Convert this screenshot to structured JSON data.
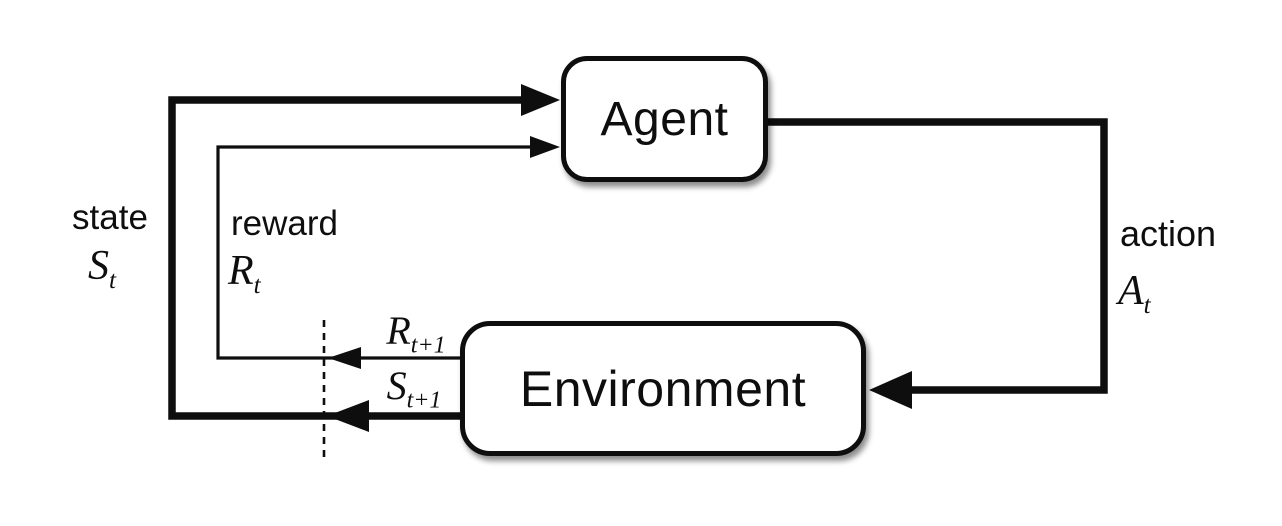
{
  "diagram": {
    "title": "agent-environment-interaction-loop",
    "boxes": {
      "agent": "Agent",
      "environment": "Environment"
    },
    "labels": {
      "state": {
        "word": "state",
        "symbol": "S",
        "sub": "t"
      },
      "reward": {
        "word": "reward",
        "symbol": "R",
        "sub": "t"
      },
      "action": {
        "word": "action",
        "symbol": "A",
        "sub": "t"
      },
      "next_reward": {
        "symbol": "R",
        "sub": "t+1"
      },
      "next_state": {
        "symbol": "S",
        "sub": "t+1"
      }
    },
    "colors": {
      "ink": "#0e0e0e",
      "background": "#ffffff"
    }
  }
}
